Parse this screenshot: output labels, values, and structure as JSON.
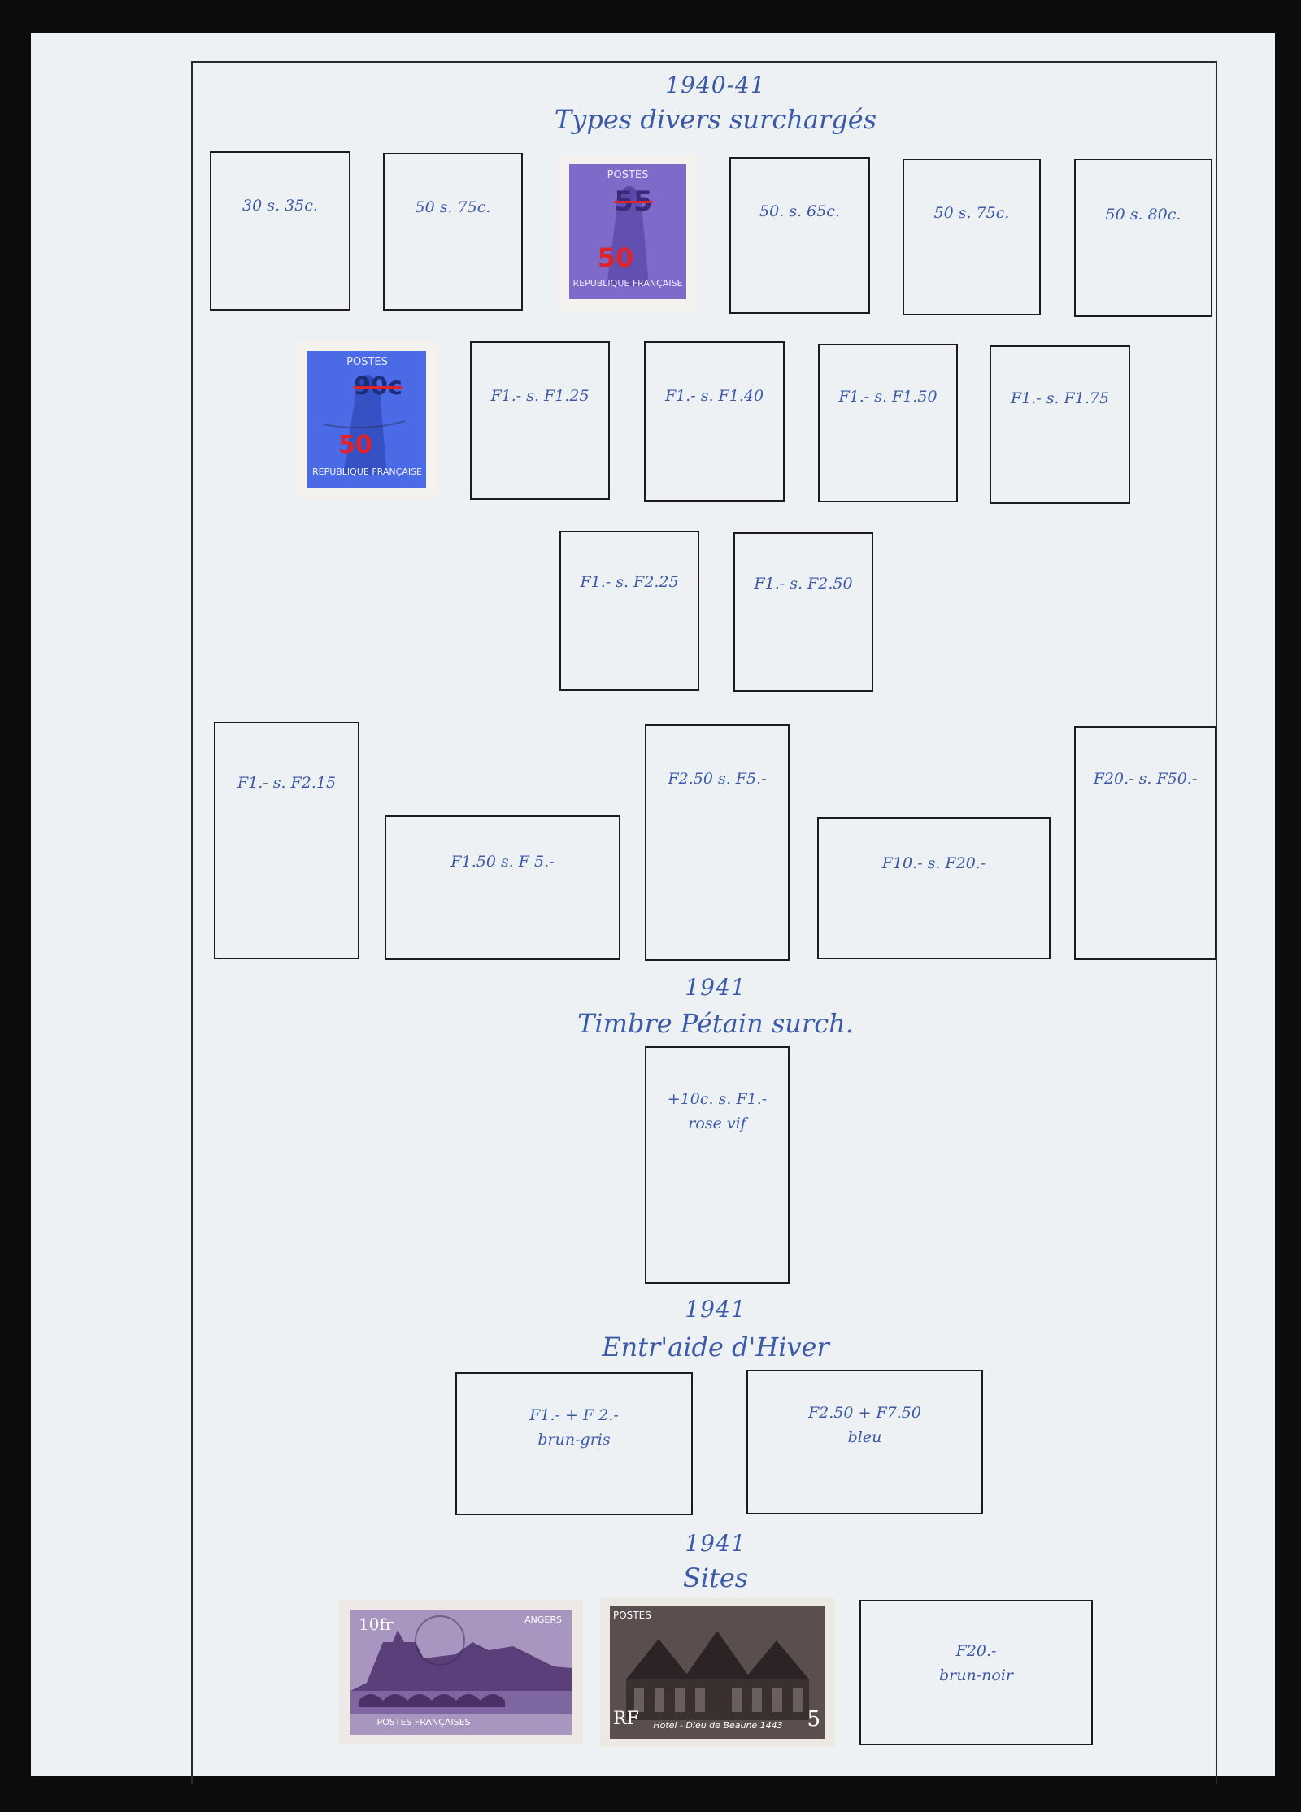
{
  "sections": [
    {
      "year": "1940-41",
      "title": "Types divers surchargés"
    },
    {
      "year": "1941",
      "title": "Timbre Pétain surch."
    },
    {
      "year": "1941",
      "title": "Entr'aide d'Hiver"
    },
    {
      "year": "1941",
      "title": "Sites"
    }
  ],
  "row1": [
    "30 s. 35c.",
    "50 s. 75c.",
    "50. s. 65c.",
    "50 s. 75c.",
    "50 s. 80c."
  ],
  "row2": [
    "F1.- s. F1.25",
    "F1.- s. F1.40",
    "F1.- s. F1.50",
    "F1.- s. F1.75"
  ],
  "row3": [
    "F1.- s. F2.25",
    "F1.- s. F2.50"
  ],
  "row4": [
    "F1.- s. F2.15",
    "F1.50 s. F 5.-",
    "F2.50 s. F5.-",
    "F10.- s. F20.-",
    "F20.- s. F50.-"
  ],
  "petain": {
    "line1": "+10c. s. F1.-",
    "line2": "rose vif"
  },
  "hiver": [
    {
      "line1": "F1.- + F 2.-",
      "line2": "brun-gris"
    },
    {
      "line1": "F2.50 + F7.50",
      "line2": "bleu"
    }
  ],
  "sites_empty": {
    "line1": "F20.-",
    "line2": "brun-noir"
  },
  "stamps": {
    "paix_violet": {
      "top": "POSTES",
      "old": "55",
      "new": "50",
      "bottom": "REPUBLIQUE FRANÇAISE"
    },
    "paix_bleu": {
      "top": "POSTES",
      "old": "90c",
      "new": "50",
      "bottom": "REPUBLIQUE FRANÇAISE"
    },
    "angers": {
      "value": "10fr",
      "place": "ANGERS",
      "bottom": "POSTES FRANÇAISES"
    },
    "beaune": {
      "top": "POSTES",
      "value": "5",
      "bottom": "Hotel - Dieu de Beaune 1443",
      "rf": "RF"
    }
  },
  "colors": {
    "ink": "#3b5aa8",
    "box_border": "#1c1c1c",
    "page": "#eef1f4",
    "violet_stamp": "#7d6ac9",
    "blue_stamp": "#4a6ae6",
    "surcharge": "#e0222a",
    "angers": "#6e4f8f",
    "beaune": "#4a4040"
  }
}
